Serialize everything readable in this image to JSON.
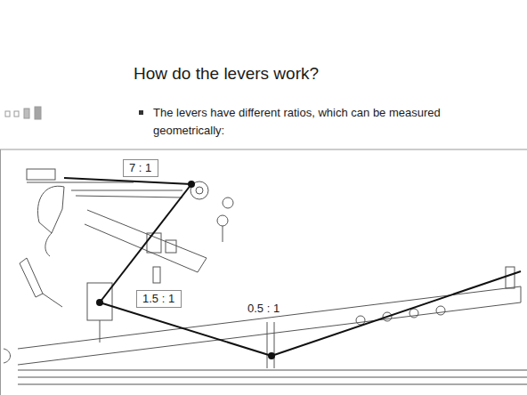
{
  "diagram": {
    "title": "How do the levers work?",
    "nodes": [
      {
        "text": [
          "7 : 1"
        ]
      },
      {
        "text": [
          "1.5 : 1"
        ]
      }
    ],
    "labels": [
      "The levers have different ratios, which can be measured geometrically:",
      "0.5 : 1"
    ]
  }
}
